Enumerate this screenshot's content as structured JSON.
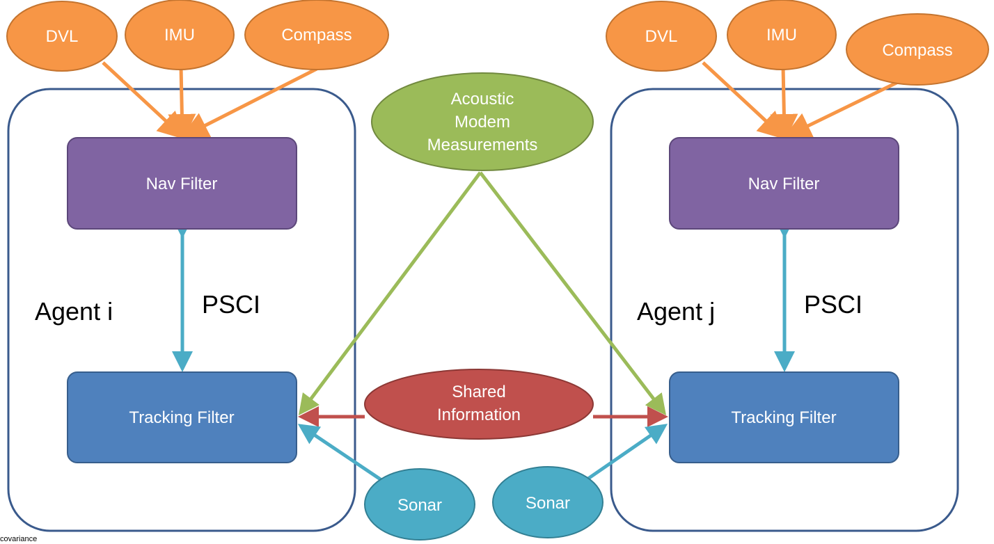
{
  "colors": {
    "orange": "#f79646",
    "orange_stroke": "#c4742f",
    "purple": "#8064a2",
    "purple_stroke": "#5c477a",
    "blue": "#4f81bd",
    "blue_stroke": "#375e8c",
    "green": "#9bbb59",
    "green_stroke": "#71893f",
    "red": "#c0504d",
    "red_stroke": "#8c3835",
    "teal": "#4bacc6",
    "teal_stroke": "#327f93",
    "agent_border": "#3a5a8c"
  },
  "agent_i": {
    "label": "Agent i",
    "nav_filter": "Nav Filter",
    "tracking_filter": "Tracking Filter",
    "link_label": "PSCI",
    "sensors": {
      "dvl": "DVL",
      "imu": "IMU",
      "compass": "Compass"
    },
    "sonar": "Sonar"
  },
  "agent_j": {
    "label": "Agent j",
    "nav_filter": "Nav Filter",
    "tracking_filter": "Tracking Filter",
    "link_label": "PSCI",
    "sensors": {
      "dvl": "DVL",
      "imu": "IMU",
      "compass": "Compass"
    },
    "sonar": "Sonar"
  },
  "acoustic": {
    "line1": "Acoustic",
    "line2": "Modem",
    "line3": "Measurements"
  },
  "shared": {
    "line1": "Shared",
    "line2": "Information"
  },
  "footer": "covariance"
}
